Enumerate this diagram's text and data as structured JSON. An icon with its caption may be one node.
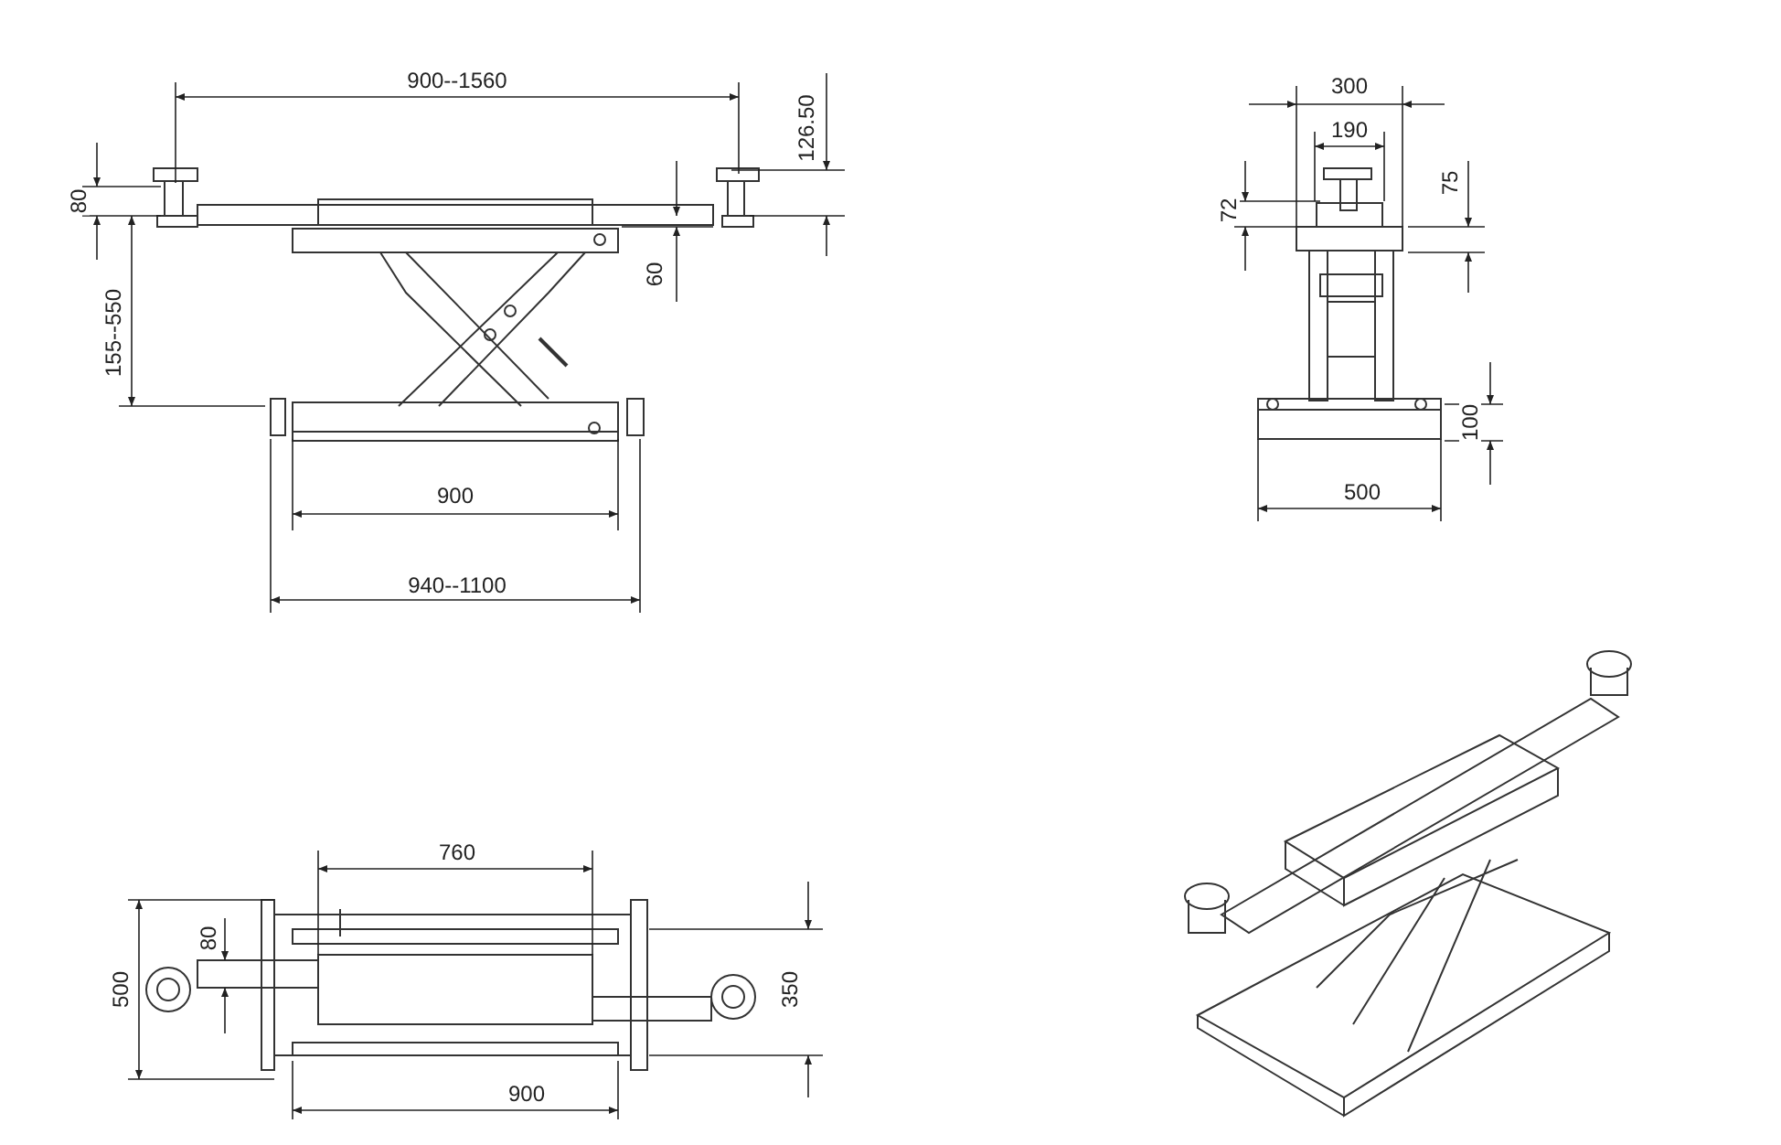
{
  "diagram": {
    "labels": [
      "900--1560",
      "126.50",
      "80",
      "155--550",
      "60",
      "900",
      "940--1100",
      "300",
      "190",
      "75",
      "72",
      "100",
      "500",
      "760",
      "500",
      "80",
      "350",
      "900"
    ]
  }
}
